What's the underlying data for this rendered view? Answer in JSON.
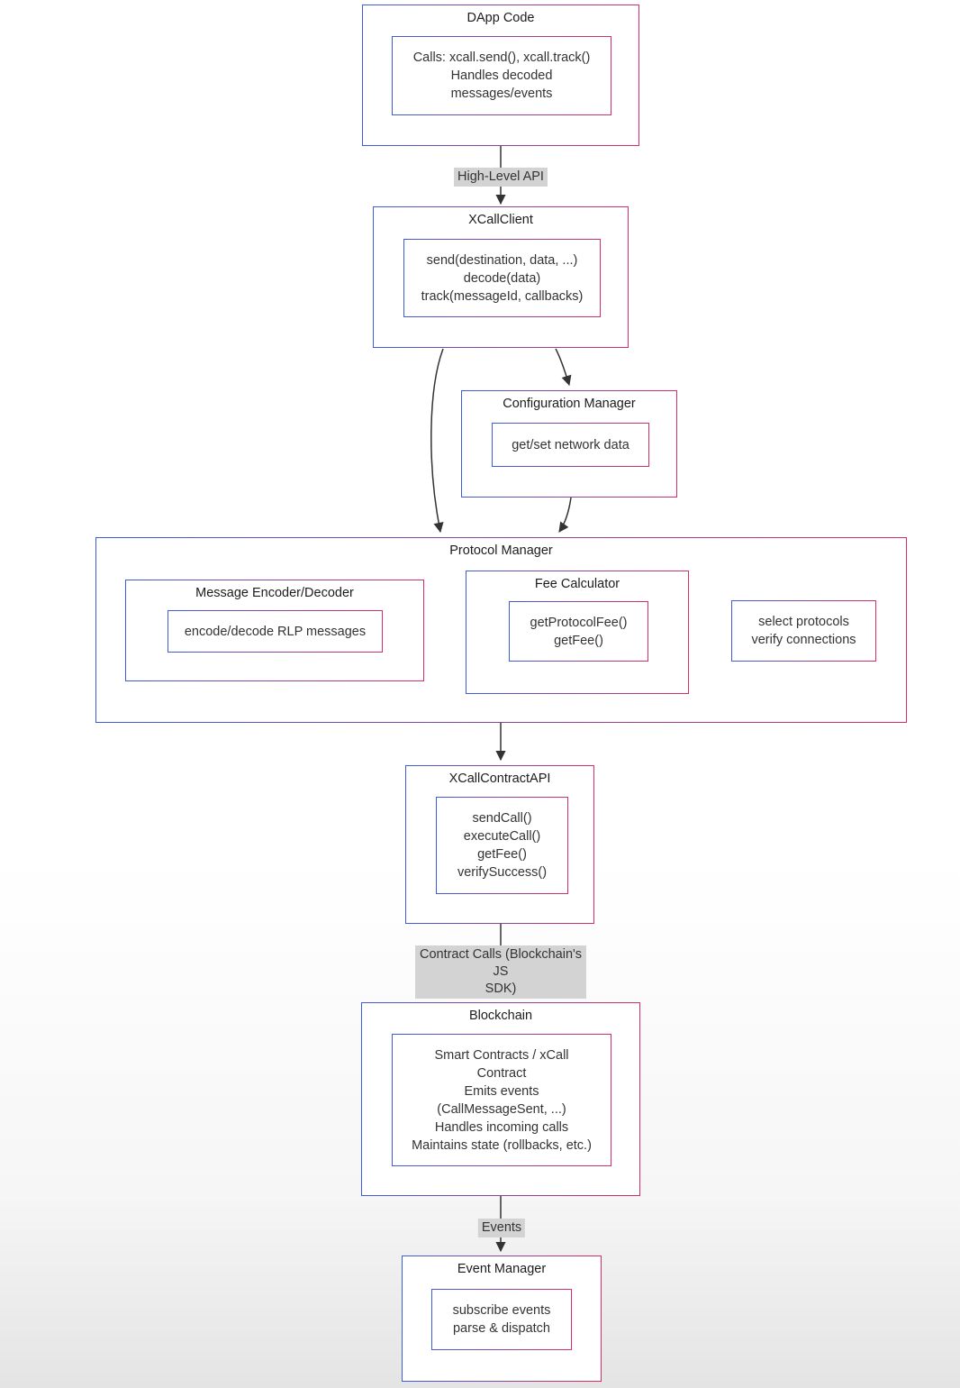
{
  "diagram": {
    "nodes": {
      "dapp_code": {
        "title": "DApp Code",
        "lines": [
          "Calls: xcall.send(), xcall.track()",
          "Handles decoded",
          "messages/events"
        ]
      },
      "xcall_client": {
        "title": "XCallClient",
        "lines": [
          "send(destination, data, ...)",
          "decode(data)",
          "track(messageId, callbacks)"
        ]
      },
      "configuration_manager": {
        "title": "Configuration Manager",
        "lines": [
          "get/set network data"
        ]
      },
      "protocol_manager": {
        "title": "Protocol Manager"
      },
      "message_encoder_decoder": {
        "title": "Message Encoder/Decoder",
        "lines": [
          "encode/decode RLP messages"
        ]
      },
      "fee_calculator": {
        "title": "Fee Calculator",
        "lines": [
          "getProtocolFee()",
          "getFee()"
        ]
      },
      "protocol_selector": {
        "lines": [
          "select protocols",
          "verify connections"
        ]
      },
      "xcall_contract_api": {
        "title": "XCallContractAPI",
        "lines": [
          "sendCall()",
          "executeCall()",
          "getFee()",
          "verifySuccess()"
        ]
      },
      "blockchain": {
        "title": "Blockchain",
        "lines": [
          "Smart Contracts / xCall",
          "Contract",
          "Emits events",
          "(CallMessageSent, ...)",
          "Handles incoming calls",
          "Maintains state (rollbacks, etc.)"
        ]
      },
      "event_manager": {
        "title": "Event Manager",
        "lines": [
          "subscribe events",
          "parse & dispatch"
        ]
      }
    },
    "edge_labels": {
      "high_level_api": "High-Level API",
      "contract_calls_line1": "Contract Calls (Blockchain's JS",
      "contract_calls_line2": "SDK)",
      "events": "Events"
    },
    "colors": {
      "border_gradient_start": "#3D5CDB",
      "border_gradient_end": "#D62F5E",
      "edge_label_bg": "#D3D3D3",
      "arrow": "#333333",
      "node_fill": "#FFFFFF"
    }
  }
}
